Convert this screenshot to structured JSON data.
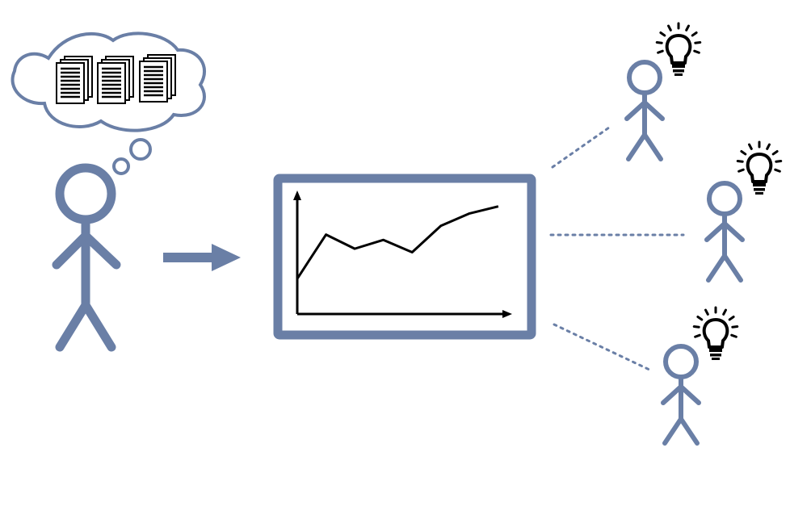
{
  "colors": {
    "figure": "#6a7fa6",
    "ink": "#000000",
    "paper": "#ffffff"
  },
  "diagram": {
    "presenter": {
      "thought_bubble": {
        "icons": [
          "document-stack-icon",
          "document-stack-icon",
          "document-stack-icon"
        ]
      },
      "figure_icon": "stick-figure-icon"
    },
    "flow_arrow_icon": "right-arrow-icon",
    "display_board": {
      "icon": "line-chart-icon",
      "chart_data": {
        "type": "line",
        "series": [
          {
            "values": [
              2.0,
              4.5,
              3.7,
              4.2,
              3.5,
              5.0,
              5.7,
              6.1
            ]
          }
        ],
        "x": [
          0,
          1,
          2,
          3,
          4,
          5,
          6,
          7
        ]
      }
    },
    "audience": [
      {
        "figure_icon": "stick-figure-icon",
        "idea_icon": "lightbulb-icon"
      },
      {
        "figure_icon": "stick-figure-icon",
        "idea_icon": "lightbulb-icon"
      },
      {
        "figure_icon": "stick-figure-icon",
        "idea_icon": "lightbulb-icon"
      }
    ]
  }
}
